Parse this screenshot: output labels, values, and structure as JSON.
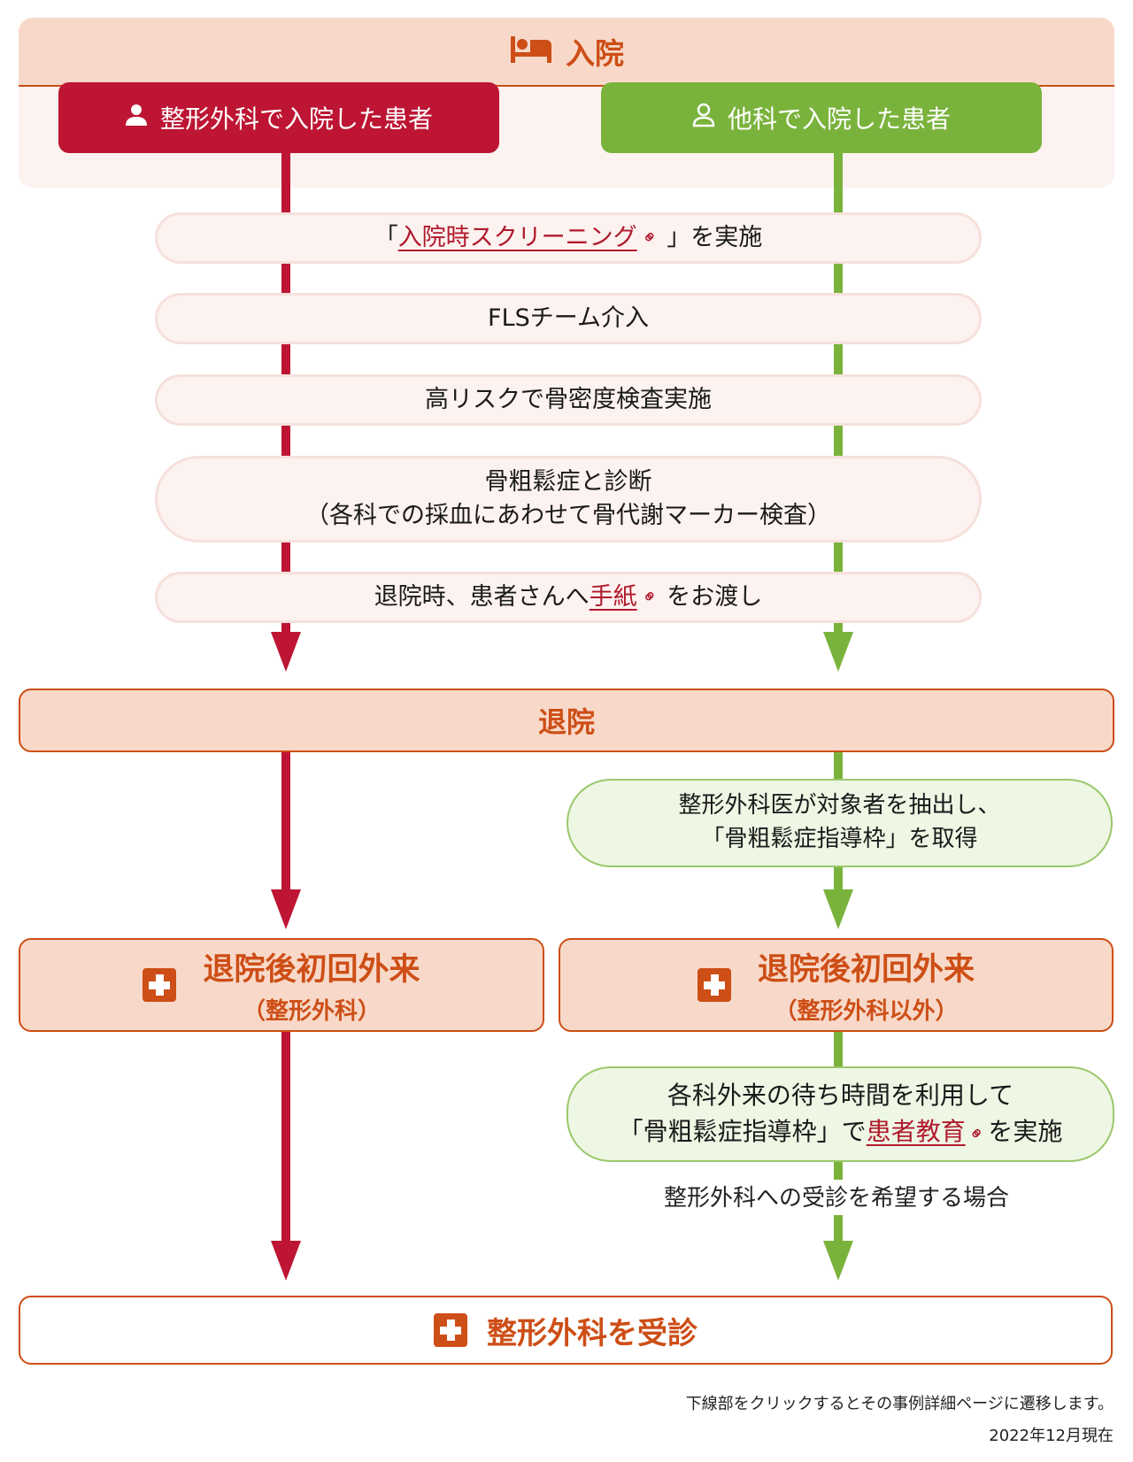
{
  "colors": {
    "ortho_path": "#bd1533",
    "other_path": "#7ab33c",
    "accent": "#cd4e16",
    "link": "#b01a2d"
  },
  "admission": {
    "icon": "bed-icon",
    "title": "入院",
    "ortho_patient": {
      "icon": "person-filled-icon",
      "label": "整形外科で入院した患者"
    },
    "other_patient": {
      "icon": "person-outline-icon",
      "label": "他科で入院した患者"
    }
  },
  "steps": {
    "screening": {
      "prefix": "「",
      "link": "入院時スクリーニング",
      "link_icon": "link-icon",
      "suffix": "」を実施"
    },
    "fls": {
      "text": "FLSチーム介入"
    },
    "bone_density": {
      "text": "高リスクで骨密度検査実施"
    },
    "diagnosis": {
      "line1": "骨粗鬆症と診断",
      "line2": "（各科での採血にあわせて骨代謝マーカー検査）"
    },
    "letter": {
      "prefix": "退院時、患者さんへ",
      "link": "手紙",
      "link_icon": "link-icon",
      "suffix": "をお渡し"
    }
  },
  "discharge": {
    "title": "退院"
  },
  "other_path": {
    "extract": {
      "line1": "整形外科医が対象者を抽出し、",
      "line2": "「骨粗鬆症指導枠」を取得"
    },
    "education": {
      "line1": "各科外来の待ち時間を利用して",
      "line2_prefix": "「骨粗鬆症指導枠」で",
      "link": "患者教育",
      "link_icon": "link-icon",
      "suffix": "を実施"
    },
    "condition": "整形外科への受診を希望する場合"
  },
  "outpatient": {
    "ortho": {
      "icon": "medical-cross-icon",
      "title": "退院後初回外来",
      "subtitle": "（整形外科）"
    },
    "other": {
      "icon": "medical-cross-icon",
      "title": "退院後初回外来",
      "subtitle": "（整形外科以外）"
    }
  },
  "final": {
    "icon": "medical-cross-icon",
    "title": "整形外科を受診"
  },
  "notes": {
    "underline_hint": "下線部をクリックするとその事例詳細ページに遷移します。",
    "as_of": "2022年12月現在"
  }
}
